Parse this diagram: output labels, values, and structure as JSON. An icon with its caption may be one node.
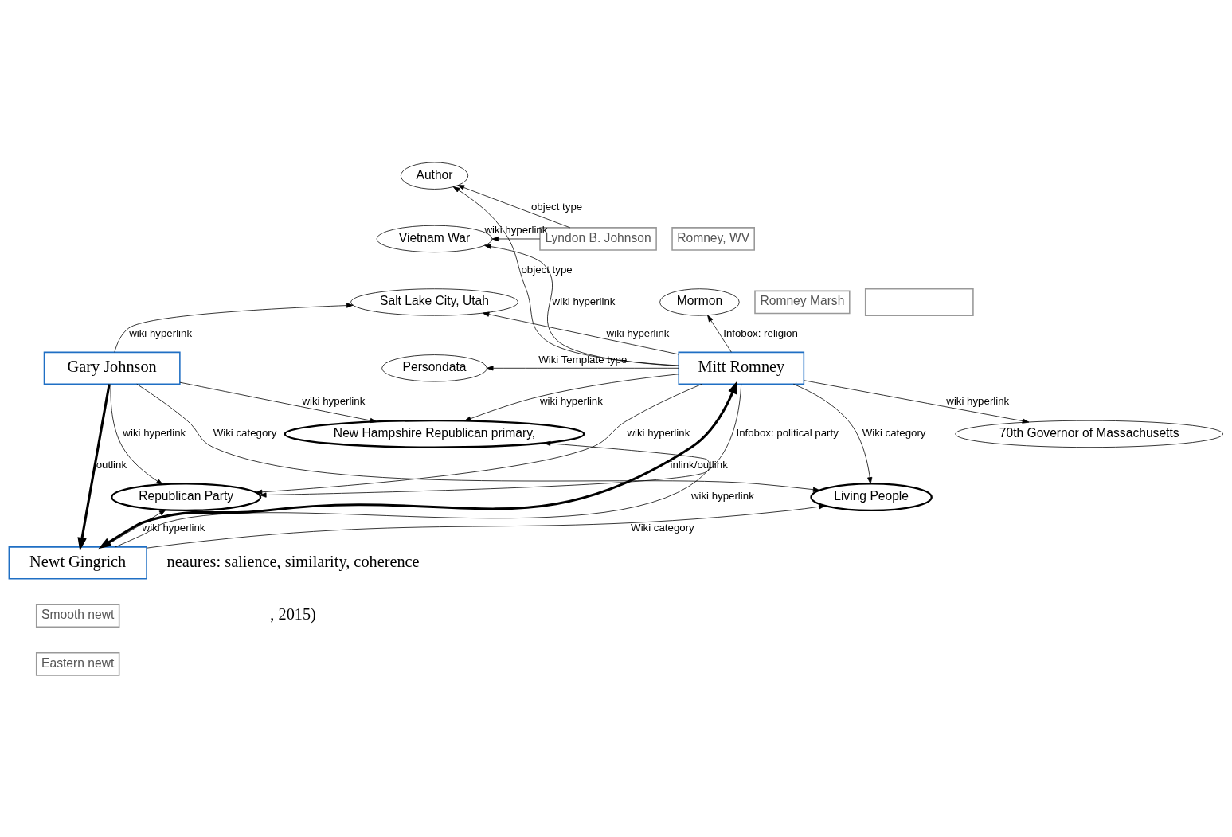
{
  "diagram": {
    "nodes": [
      {
        "text": [
          "Author"
        ]
      },
      {
        "text": [
          "Vietnam War"
        ]
      },
      {
        "text": [
          "Salt Lake City, Utah"
        ]
      },
      {
        "text": [
          "Romney, WV"
        ]
      },
      {
        "text": [
          "Romney Marsh"
        ]
      },
      {
        "text": [
          "Lyndon B. Johnson"
        ]
      },
      {
        "text": [],
        "shape": "box"
      },
      {
        "text": [
          "Mormon"
        ]
      },
      {
        "text": [
          "Persondata"
        ]
      },
      {
        "text": [
          "Mitt Romney"
        ]
      },
      {
        "text": [
          "New Hampshire Republican primary,"
        ]
      },
      {
        "text": [
          "Gary Johnson"
        ]
      },
      {
        "text": [
          "70th Governor of Massachusetts"
        ]
      },
      {
        "text": [
          "Republican Party"
        ]
      },
      {
        "text": [
          "Living People"
        ]
      },
      {
        "text": [
          "Newt Gingrich"
        ]
      },
      {
        "text": [
          "Smooth newt"
        ]
      },
      {
        "text": [
          "Eastern newt"
        ]
      }
    ],
    "edges": [
      {
        "from": 9,
        "to": 0,
        "arrow": "to",
        "label": "object type"
      },
      {
        "from": 9,
        "to": 1,
        "arrow": "to",
        "label": "wiki hyperlink"
      },
      {
        "from": 9,
        "to": 2,
        "arrow": "to",
        "label": "wiki hyperlink"
      },
      {
        "from": 9,
        "to": 7,
        "arrow": "to",
        "label": "Infobox: religion"
      },
      {
        "from": 9,
        "to": 8,
        "arrow": "to",
        "label": "Wiki Template type"
      },
      {
        "from": 9,
        "to": 12,
        "arrow": "to",
        "label": "wiki hyperlink"
      },
      {
        "from": 9,
        "to": 10,
        "arrow": "to",
        "label": "wiki hyperlink"
      },
      {
        "from": 9,
        "to": 13,
        "arrow": "to",
        "label": "wiki hyperlink"
      },
      {
        "from": 9,
        "to": 13,
        "arrow": "to",
        "label": "Infobox: political party"
      },
      {
        "from": 9,
        "to": 14,
        "arrow": "to",
        "label": "Wiki category"
      },
      {
        "from": 15,
        "to": 9,
        "arrow": "both",
        "label": "inlink/outlink",
        "style": "thick"
      },
      {
        "from": 5,
        "to": 0,
        "arrow": "to",
        "label": "object type"
      },
      {
        "from": 5,
        "to": 1,
        "arrow": "to",
        "label": "wiki hyperlink"
      },
      {
        "from": 11,
        "to": 2,
        "arrow": "to",
        "label": "wiki hyperlink"
      },
      {
        "from": 11,
        "to": 10,
        "arrow": "to",
        "label": "wiki hyperlink"
      },
      {
        "from": 11,
        "to": 13,
        "arrow": "to",
        "label": "wiki hyperlink"
      },
      {
        "from": 11,
        "to": 14,
        "arrow": "to",
        "label": "Wiki category"
      },
      {
        "from": 11,
        "to": 15,
        "arrow": "to",
        "label": "outlink",
        "style": "thick"
      },
      {
        "from": 15,
        "to": 13,
        "arrow": "to",
        "label": "wiki hyperlink"
      },
      {
        "from": 15,
        "to": 10,
        "arrow": "to",
        "label": "wiki hyperlink"
      },
      {
        "from": 15,
        "to": 14,
        "arrow": "to",
        "label": "Wiki category"
      }
    ],
    "labels": [
      "neaures: salience, similarity, coherence",
      ", 2015)"
    ]
  }
}
